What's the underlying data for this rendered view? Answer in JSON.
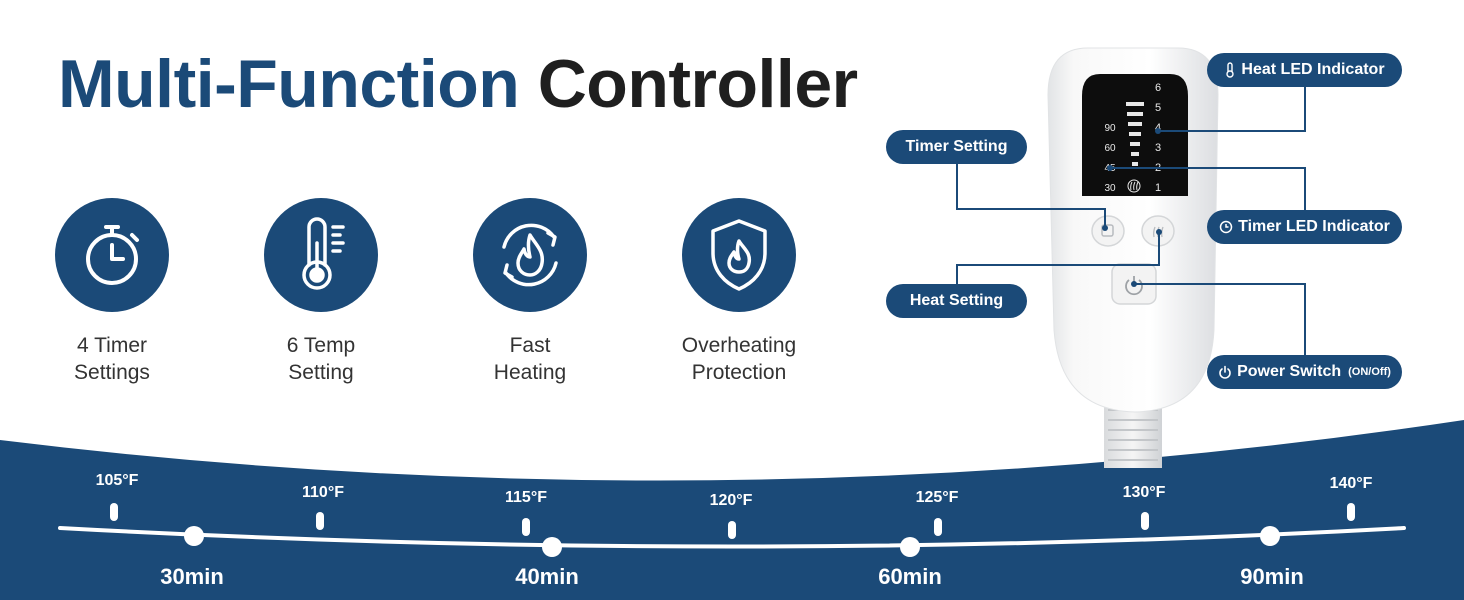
{
  "title": {
    "part1": "Multi-Function",
    "part2": "Controller"
  },
  "colors": {
    "brand_blue": "#1b4a78",
    "dark_text": "#1f1f1f",
    "band": "#1b4a78",
    "white": "#ffffff"
  },
  "features": [
    {
      "icon": "stopwatch-icon",
      "line1": "4 Timer",
      "line2": "Settings"
    },
    {
      "icon": "thermometer-icon",
      "line1": "6 Temp",
      "line2": "Setting"
    },
    {
      "icon": "fast-heating-icon",
      "line1": "Fast",
      "line2": "Heating"
    },
    {
      "icon": "shield-flame-icon",
      "line1": "Overheating",
      "line2": "Protection"
    }
  ],
  "controller": {
    "heat_levels": [
      "6",
      "5",
      "4",
      "3",
      "2",
      "1"
    ],
    "timer_values": [
      "90",
      "60",
      "45",
      "30"
    ]
  },
  "callouts": {
    "heat_led": "Heat LED Indicator",
    "timer_setting": "Timer Setting",
    "timer_led": "Timer LED Indicator",
    "heat_setting": "Heat Setting",
    "power_switch": "Power Switch",
    "power_switch_note": "(ON/Off)"
  },
  "temperatures": [
    "105°F",
    "110°F",
    "115°F",
    "120°F",
    "125°F",
    "130°F",
    "140°F"
  ],
  "timers": [
    "30min",
    "40min",
    "60min",
    "90min"
  ]
}
